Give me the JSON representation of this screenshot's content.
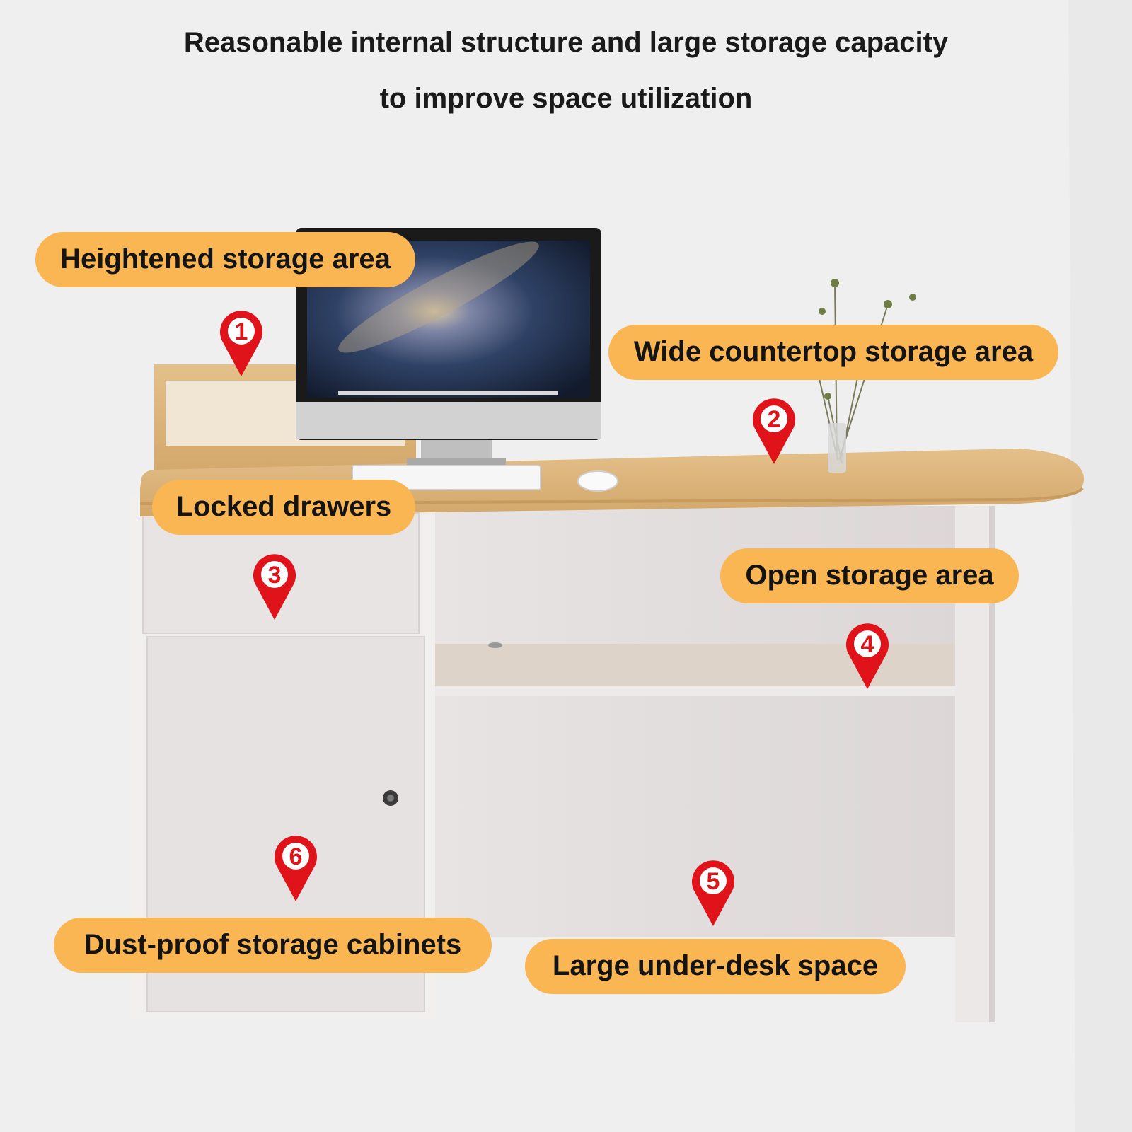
{
  "headline": {
    "line1": "Reasonable internal structure and large storage capacity",
    "line2": "to improve space utilization"
  },
  "callouts": [
    {
      "number": "1",
      "label": "Heightened storage area"
    },
    {
      "number": "2",
      "label": "Wide countertop storage area"
    },
    {
      "number": "3",
      "label": "Locked drawers"
    },
    {
      "number": "4",
      "label": "Open storage area"
    },
    {
      "number": "5",
      "label": "Large under-desk space"
    },
    {
      "number": "6",
      "label": "Dust-proof storage cabinets"
    }
  ],
  "colors": {
    "background": "#efefef",
    "callout_fill": "#f9b653",
    "pin": "#e0121a",
    "wood": "#dcb47c",
    "panel": "#e2dede"
  }
}
